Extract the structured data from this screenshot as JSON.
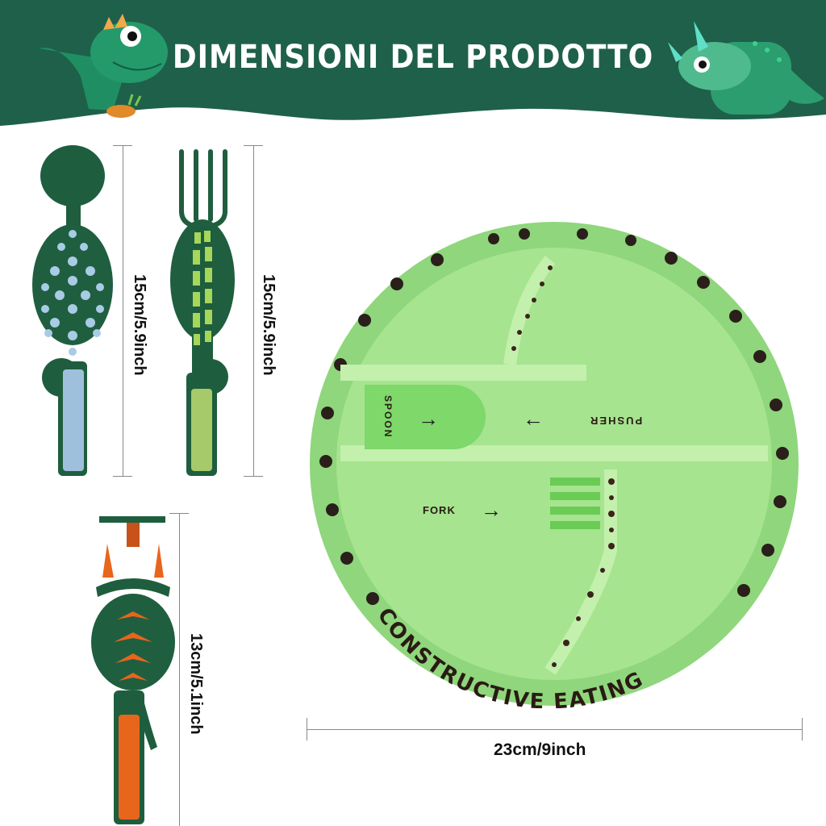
{
  "banner": {
    "title": "DIMENSIONI DEL PRODOTTO",
    "background_color": "#1f604a",
    "left_mascot": "green-dinosaur-icon",
    "right_mascot": "triceratops-icon"
  },
  "products": [
    {
      "name": "spoon",
      "dimension": "15cm/5.9inch",
      "color": "#1e5e3e",
      "accent": "#a8cbe6"
    },
    {
      "name": "fork",
      "dimension": "15cm/5.9inch",
      "color": "#1e5e3e",
      "accent": "#a6d65a"
    },
    {
      "name": "pusher",
      "dimension": "13cm/5.1inch",
      "color": "#1e5e3e",
      "accent": "#e8651c"
    },
    {
      "name": "plate",
      "dimension": "23cm/9inch",
      "color": "#9ee08a"
    }
  ],
  "plate": {
    "rim_text": "CONSTRUCTIVE EATING",
    "spoon_label": "SPOON",
    "pusher_label": "PUSHER",
    "fork_label": "FORK",
    "arrow_right": "→",
    "arrow_left": "←"
  }
}
